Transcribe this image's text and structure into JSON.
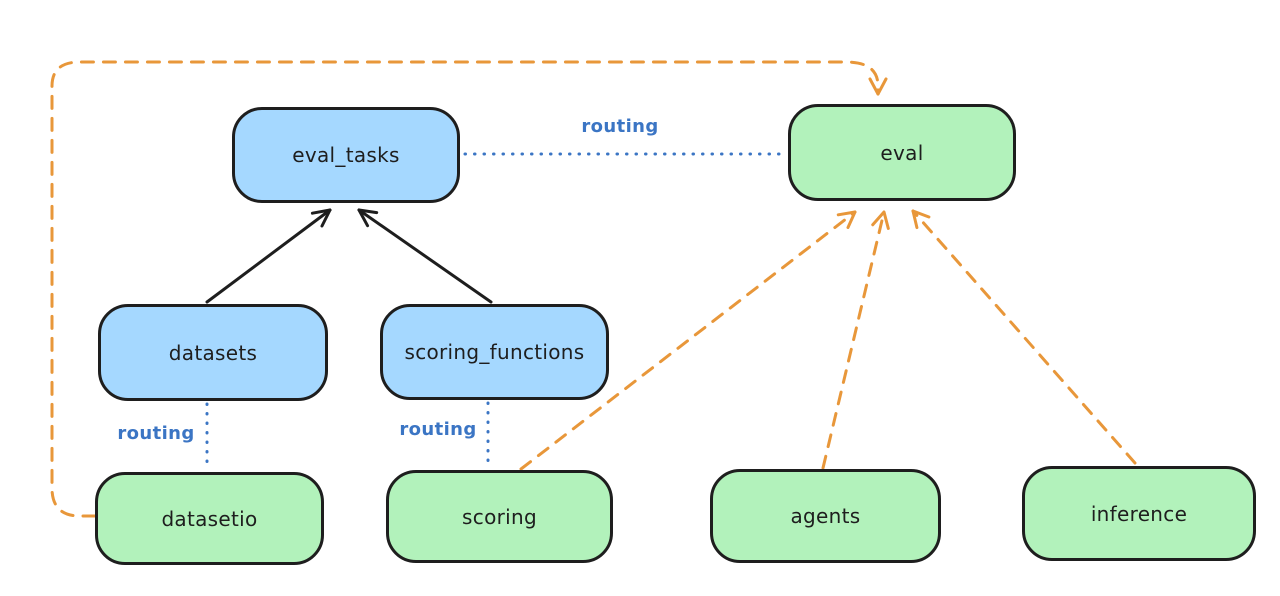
{
  "diagram": {
    "description": "API-to-provider routing diagram",
    "colors": {
      "api_box_fill": "#a5d8ff",
      "provider_box_fill": "#b2f2bb",
      "stroke": "#1e1e1e",
      "routing_blue": "#3b75c4",
      "dependency_orange": "#e8973a",
      "background": "#ffffff"
    },
    "nodes": {
      "eval_tasks": {
        "label": "eval_tasks",
        "fill": "blue"
      },
      "eval": {
        "label": "eval",
        "fill": "green"
      },
      "datasets": {
        "label": "datasets",
        "fill": "blue"
      },
      "scoring_functions": {
        "label": "scoring_functions",
        "fill": "blue"
      },
      "datasetio": {
        "label": "datasetio",
        "fill": "green"
      },
      "scoring": {
        "label": "scoring",
        "fill": "green"
      },
      "agents": {
        "label": "agents",
        "fill": "green"
      },
      "inference": {
        "label": "inference",
        "fill": "green"
      }
    },
    "edge_labels": {
      "routing": "routing"
    },
    "edges": [
      {
        "from": "datasets",
        "to": "eval_tasks",
        "style": "solid-black-arrow"
      },
      {
        "from": "scoring_functions",
        "to": "eval_tasks",
        "style": "solid-black-arrow"
      },
      {
        "from": "eval_tasks",
        "to": "eval",
        "style": "dotted-blue",
        "label": "routing"
      },
      {
        "from": "datasets",
        "to": "datasetio",
        "style": "dotted-blue",
        "label": "routing"
      },
      {
        "from": "scoring_functions",
        "to": "scoring",
        "style": "dotted-blue",
        "label": "routing"
      },
      {
        "from": "datasetio",
        "to": "eval",
        "style": "dashed-orange-arrow"
      },
      {
        "from": "scoring",
        "to": "eval",
        "style": "dashed-orange-arrow"
      },
      {
        "from": "agents",
        "to": "eval",
        "style": "dashed-orange-arrow"
      },
      {
        "from": "inference",
        "to": "eval",
        "style": "dashed-orange-arrow"
      }
    ]
  }
}
